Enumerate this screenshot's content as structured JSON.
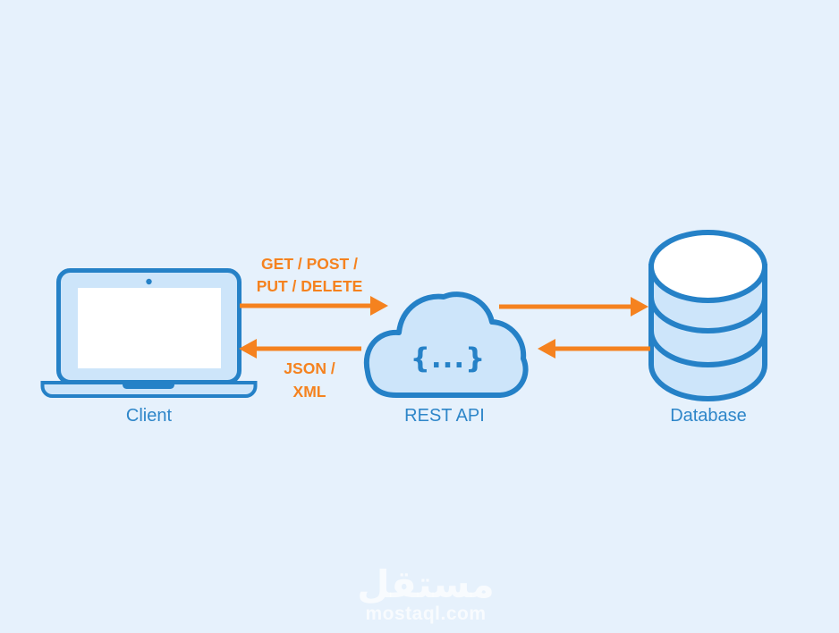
{
  "palette": {
    "background": "#e6f1fc",
    "outline_blue": "#2581c7",
    "fill_blue": "#cde5fa",
    "orange": "#f5821f",
    "label_blue": "#2e86c9",
    "white": "#ffffff"
  },
  "nodes": {
    "client": {
      "label": "Client",
      "icon": "laptop-icon"
    },
    "rest_api": {
      "label": "REST API",
      "icon": "cloud-icon",
      "code_glyph": "{...}"
    },
    "database": {
      "label": "Database",
      "icon": "database-icon"
    }
  },
  "flows": {
    "request": {
      "line1": "GET / POST /",
      "line2": "PUT / DELETE",
      "direction": "client-to-api"
    },
    "response": {
      "line1": "JSON /",
      "line2": "XML",
      "direction": "api-to-client"
    },
    "api_to_db": {
      "direction": "api-to-database"
    },
    "db_to_api": {
      "direction": "database-to-api"
    }
  },
  "watermark": {
    "logo": "مستقل",
    "domain": "mostaql.com"
  }
}
